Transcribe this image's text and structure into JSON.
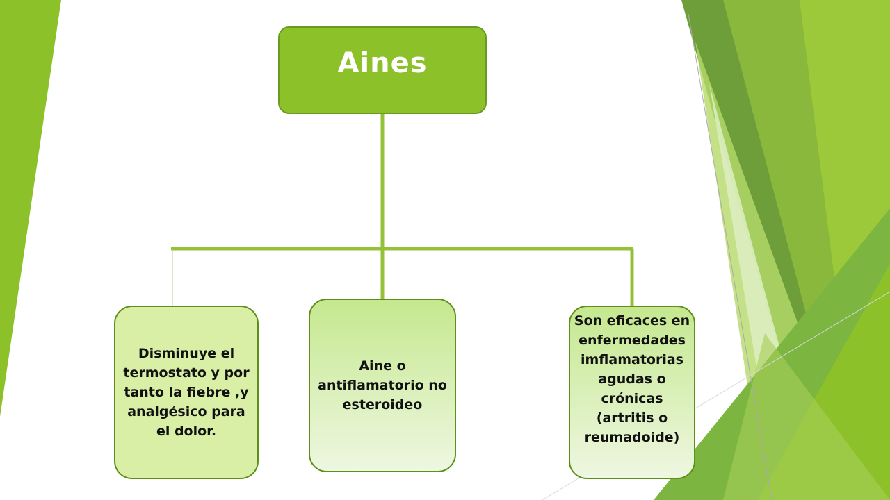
{
  "diagram": {
    "root": {
      "label": "Aines"
    },
    "children": [
      {
        "label": "Disminuye el termostato y por tanto la fiebre ,y analgésico para el dolor."
      },
      {
        "label": "Aine o antiflamatorio no esteroideo"
      },
      {
        "label": "Son eficaces en enfermedades imflamatorias agudas o crónicas (artritis o reumadoide)"
      }
    ]
  },
  "colors": {
    "root_fill": "#8dc12a",
    "connector": "#94c13a",
    "child_fill_top": "#c5e88f",
    "child_fill_bottom": "#eef7e1"
  }
}
